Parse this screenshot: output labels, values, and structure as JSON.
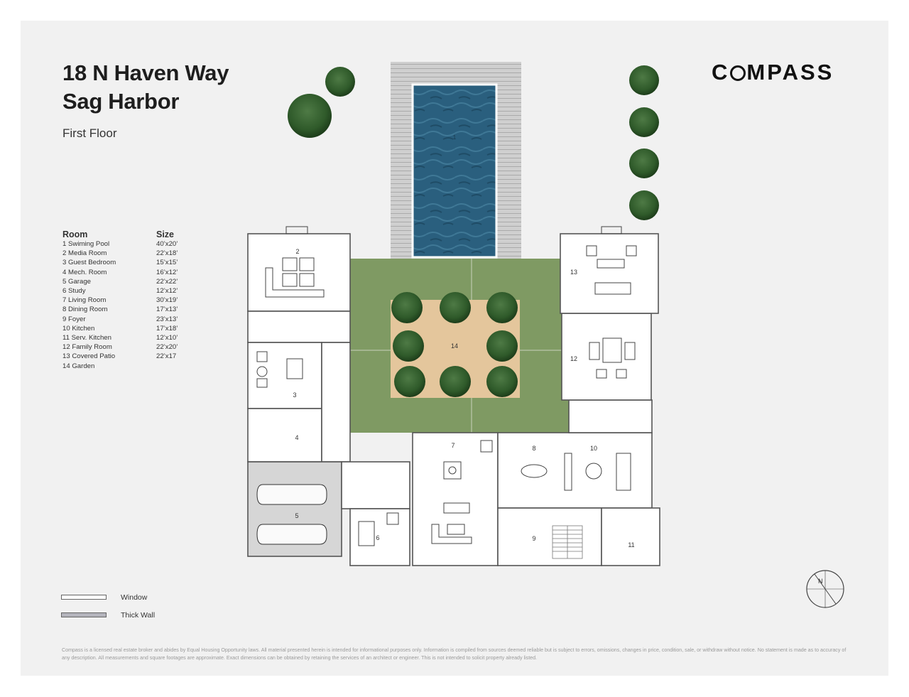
{
  "header": {
    "address_line1": "18 N Haven Way",
    "address_line2": "Sag Harbor",
    "floor": "First Floor",
    "brand_left": "C",
    "brand_right": "MPASS"
  },
  "room_table": {
    "col_room": "Room",
    "col_size": "Size",
    "rows": [
      {
        "room": "1 Swiming Pool",
        "size": "40’x20’"
      },
      {
        "room": "2 Media Room",
        "size": "22’x18’"
      },
      {
        "room": "3 Guest Bedroom",
        "size": "15’x15’"
      },
      {
        "room": "4 Mech. Room",
        "size": "16’x12’"
      },
      {
        "room": "5 Garage",
        "size": "22’x22’"
      },
      {
        "room": "6 Study",
        "size": "12’x12’"
      },
      {
        "room": "7 Living Room",
        "size": "30’x19’"
      },
      {
        "room": "8 Dining Room",
        "size": "17’x13’"
      },
      {
        "room": "9 Foyer",
        "size": "23’x13’"
      },
      {
        "room": "10 Kitchen",
        "size": "17’x18’"
      },
      {
        "room": "11 Serv. Kitchen",
        "size": "12’x10’"
      },
      {
        "room": "12 Family Room",
        "size": "22’x20’"
      },
      {
        "room": "13 Covered Patio",
        "size": "22’x17"
      },
      {
        "room": "14 Garden",
        "size": ""
      }
    ]
  },
  "plan_labels": {
    "pool": "1",
    "media": "2",
    "guest": "3",
    "mech": "4",
    "garage": "5",
    "study": "6",
    "living": "7",
    "dining": "8",
    "foyer": "9",
    "kitchen": "10",
    "serv": "11",
    "family": "12",
    "patio": "13",
    "garden": "14"
  },
  "legend": {
    "window": "Window",
    "thick_wall": "Thick Wall"
  },
  "compass_letter": "N",
  "disclaimer": "Compass is a licensed real estate broker and abides by Equal Housing Opportunity laws. All material presented herein is intended for informational purposes only. Information is compiled from sources deemed reliable but is subject to errors, omissions, changes in price, condition, sale, or withdraw without notice. No statement is made as to accuracy of any description. All measurements and square footages are approximate. Exact dimensions can be obtained by retaining the services of an architect or engineer. This is not intended to solicit property already listed.",
  "colors": {
    "sheet": "#f1f1f1",
    "lawn": "#7f9a63",
    "sand": "#e4c69c",
    "pool_water": "#2a5f7e",
    "deck": "#c8c8c8",
    "tree": "#2f5a2a",
    "garage_floor": "#d6d6d6",
    "wall": "#555555"
  }
}
